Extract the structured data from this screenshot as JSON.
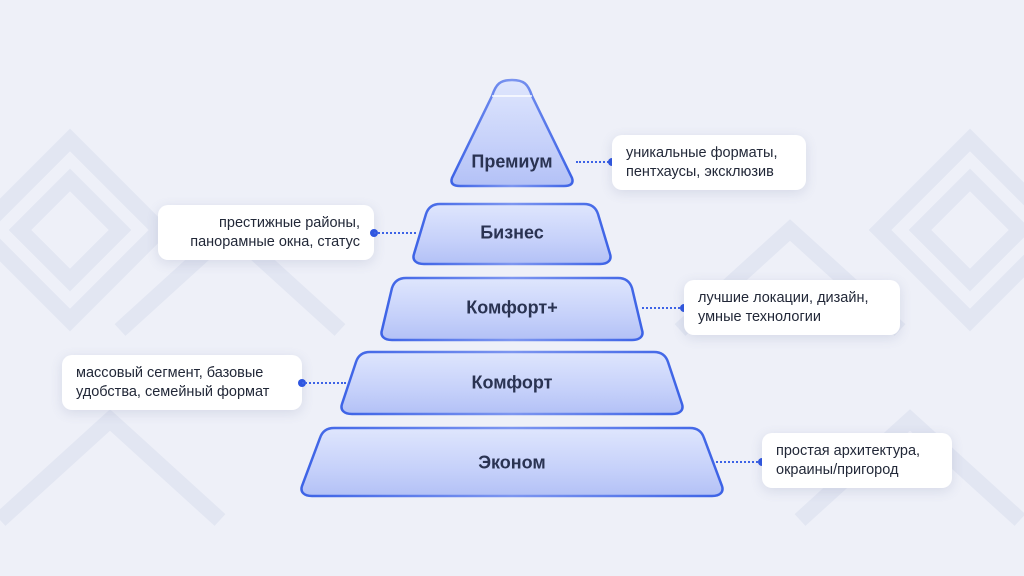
{
  "colors": {
    "background": "#eef0f8",
    "pattern": "#dfe3f0",
    "tier_fill": "#c9d3fb",
    "tier_edge": "#3d63e6",
    "connector": "#2f56e0",
    "text": "#2a3352"
  },
  "tiers": [
    {
      "label": "Премиум"
    },
    {
      "label": "Бизнес"
    },
    {
      "label": "Комфорт+"
    },
    {
      "label": "Комфорт"
    },
    {
      "label": "Эконом"
    }
  ],
  "callouts": {
    "premium": {
      "line1": "уникальные форматы,",
      "line2": "пентхаусы, эксклюзив"
    },
    "business": {
      "line1": "престижные районы,",
      "line2": "панорамные окна, статус"
    },
    "comfort_plus": {
      "line1": "лучшие локации, дизайн,",
      "line2": "умные технологии"
    },
    "comfort": {
      "line1": "массовый сегмент, базовые",
      "line2": "удобства, семейный формат"
    },
    "economy": {
      "line1": "простая архитектура,",
      "line2": "окраины/пригород"
    }
  }
}
